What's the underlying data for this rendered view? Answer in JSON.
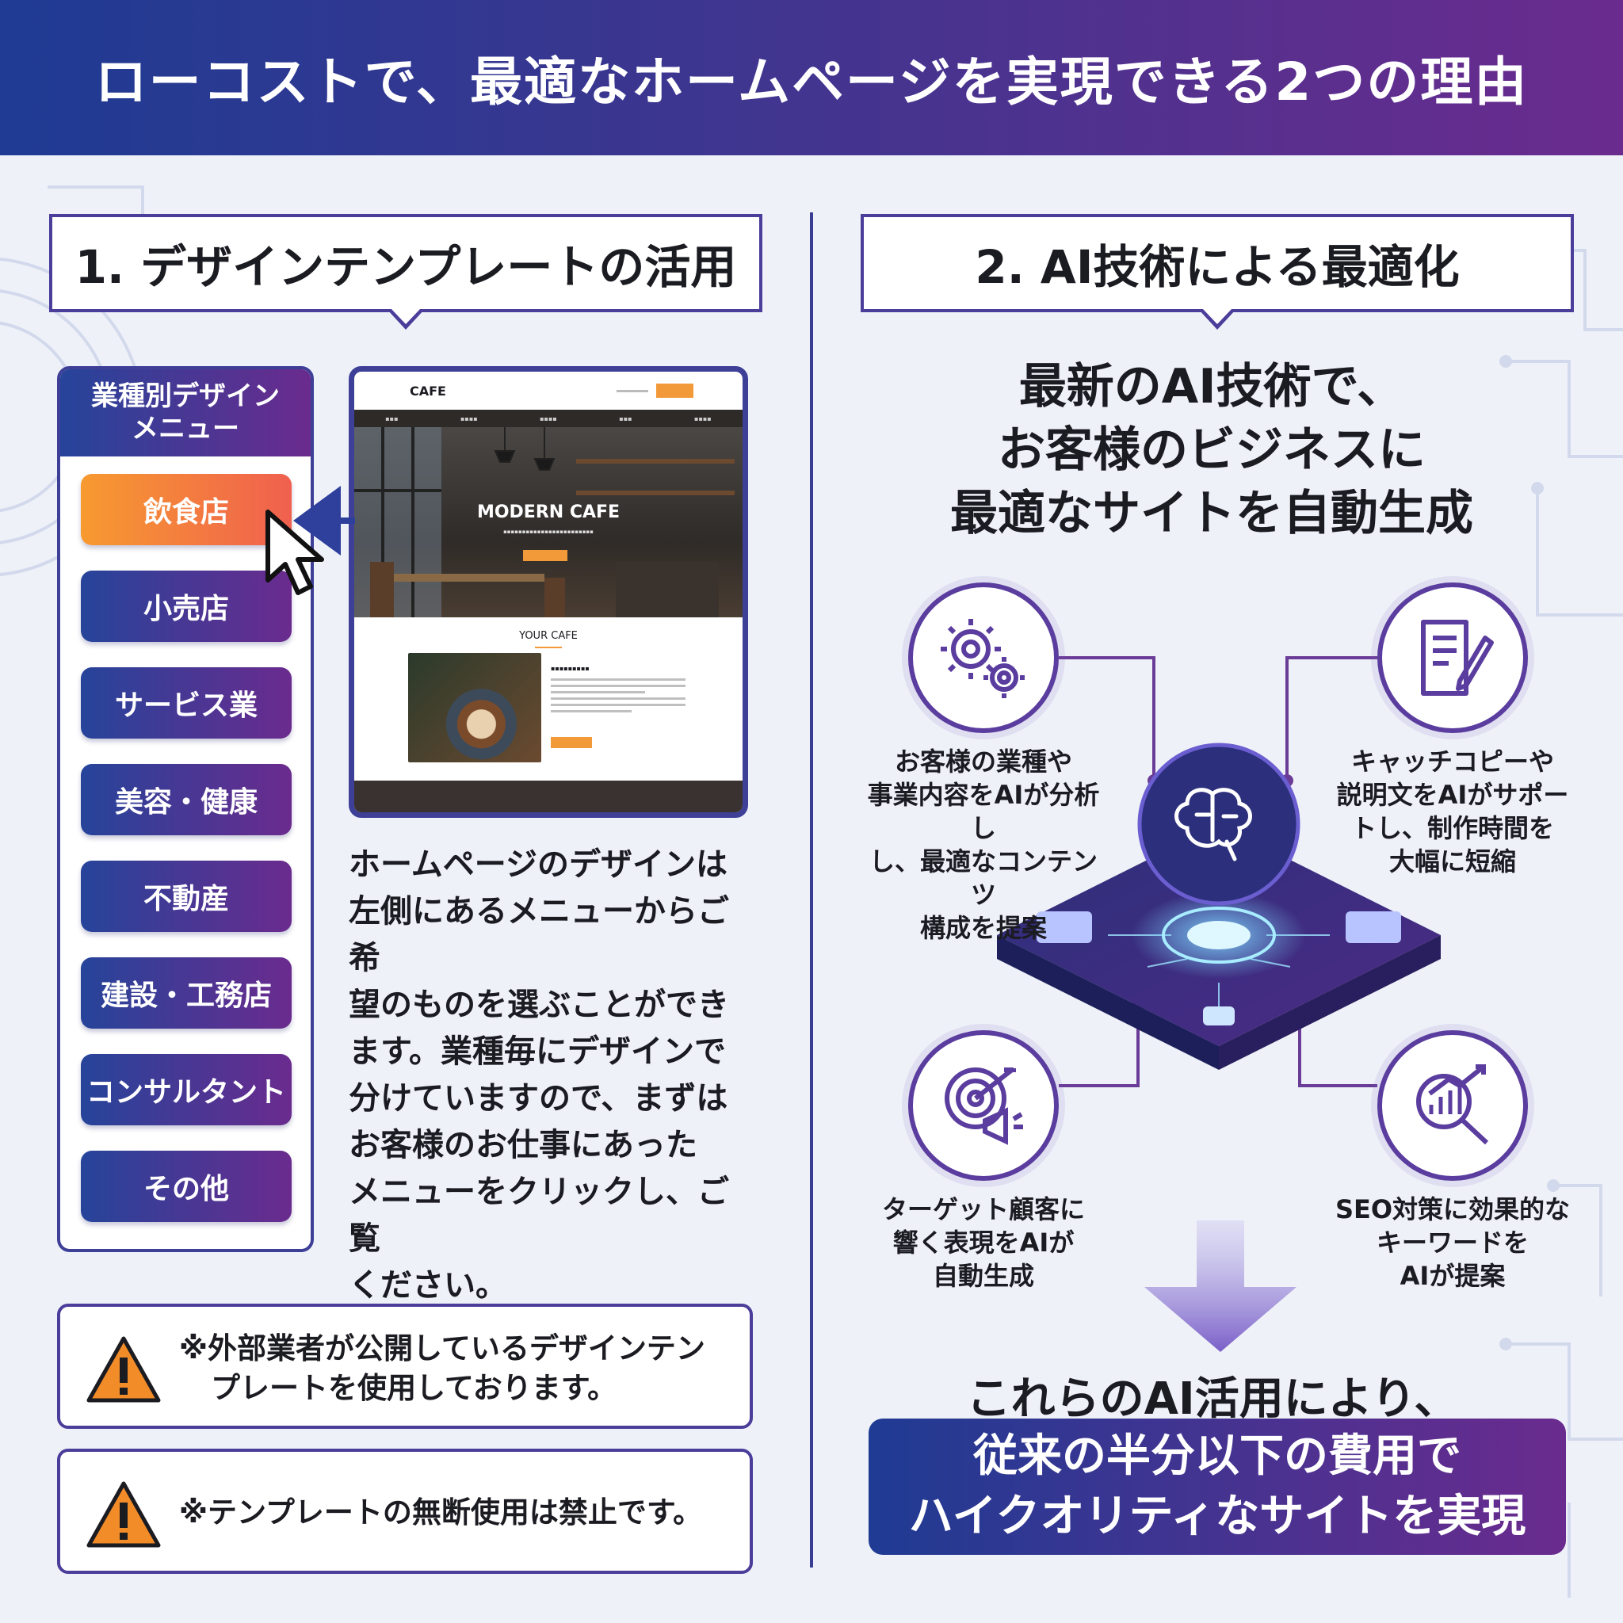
{
  "header": {
    "title": "ローコストで、最適なホームページを実現できる2つの理由"
  },
  "left": {
    "section_title": "1. デザインテンプレートの活用",
    "menu": {
      "title_line1": "業種別デザイン",
      "title_line2": "メニュー",
      "items": [
        "飲食店",
        "小売店",
        "サービス業",
        "美容・健康",
        "不動産",
        "建設・工務店",
        "コンサルタント",
        "その他"
      ],
      "active_index": 0
    },
    "preview": {
      "brand": "CAFE",
      "hero_title": "MODERN CAFE",
      "section_title": "YOUR CAFE"
    },
    "description_lines": [
      "ホームページのデザインは",
      "左側にあるメニューからご希",
      "望のものを選ぶことができ",
      "ます。業種毎にデザインで",
      "分けていますので、まずは",
      "お客様のお仕事にあった",
      "メニューをクリックし、ご覧",
      "ください。"
    ],
    "notes": [
      {
        "line1": "※外部業者が公開しているデザインテン",
        "line2": "プレートを使用しております。"
      },
      {
        "line1": "※テンプレートの無断使用は禁止です。",
        "line2": ""
      }
    ]
  },
  "right": {
    "section_title": "2. AI技術による最適化",
    "headline_lines": [
      "最新のAI技術で、",
      "お客様のビジネスに",
      "最適なサイトを自動生成"
    ],
    "features": [
      {
        "icon": "gears-icon",
        "lines": [
          "お客様の業種や",
          "事業内容をAIが分析し",
          "し、最適なコンテンツ",
          "構成を提案"
        ]
      },
      {
        "icon": "document-pen-icon",
        "lines": [
          "キャッチコピーや",
          "説明文をAIがサポー",
          "トし、制作時間を",
          "大幅に短縮"
        ]
      },
      {
        "icon": "target-megaphone-icon",
        "lines": [
          "ターゲット顧客に",
          "響く表現をAIが",
          "自動生成"
        ]
      },
      {
        "icon": "chart-magnifier-icon",
        "lines": [
          "SEO対策に効果的な",
          "キーワードを",
          "AIが提案"
        ]
      }
    ],
    "conclusion_lead": "これらのAI活用により、",
    "conclusion_lines": [
      "従来の半分以下の費用で",
      "ハイクオリティなサイトを実現"
    ]
  },
  "colors": {
    "navy": "#1f3b93",
    "purple": "#6a2b8e",
    "orange": "#f79a30",
    "warning": "#f28c28"
  }
}
